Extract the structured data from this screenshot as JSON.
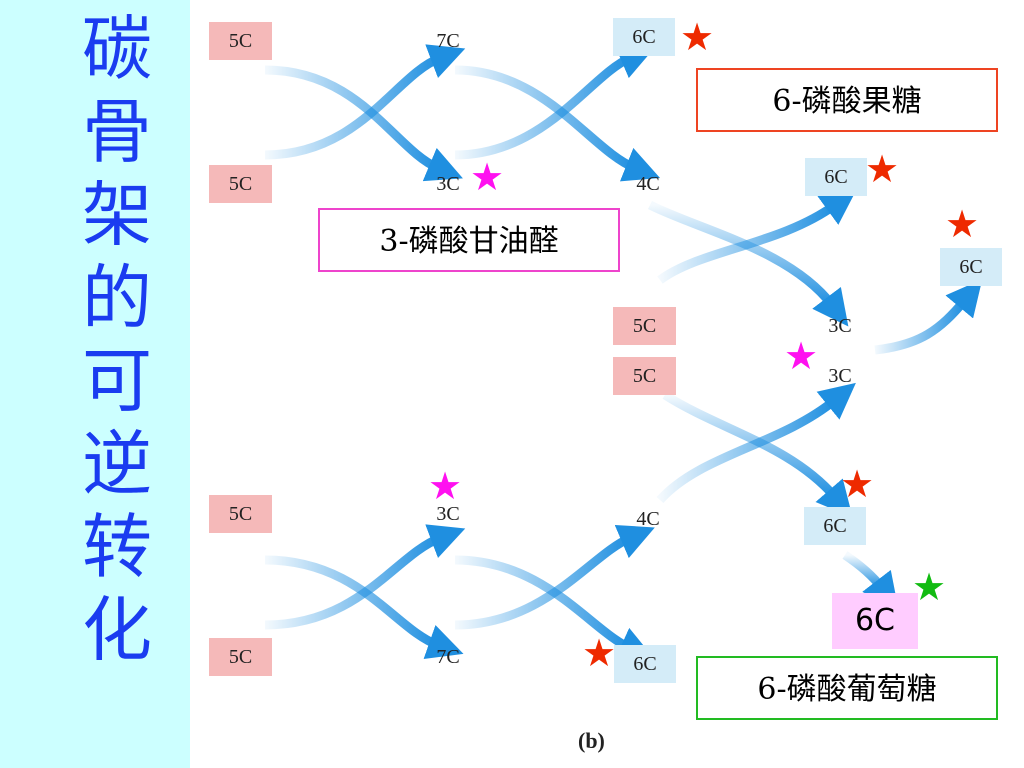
{
  "title_chars": [
    "碳",
    "骨",
    "架",
    "的",
    "可",
    "逆",
    "转",
    "化"
  ],
  "nodes": {
    "n5c_a": "5C",
    "n5c_b": "5C",
    "n7c_top": "7C",
    "n3c_top": "3C",
    "n6c_top": "6C",
    "n4c_top": "4C",
    "n6c_mid": "6C",
    "n6c_right": "6C",
    "n5c_c": "5C",
    "n5c_d": "5C",
    "n3c_m1": "3C",
    "n3c_m2": "3C",
    "n5c_e": "5C",
    "n5c_f": "5C",
    "n3c_bot": "3C",
    "n7c_bot": "7C",
    "n4c_bot": "4C",
    "n6c_bot": "6C",
    "n6c_low": "6C"
  },
  "labels": {
    "fructose": "6-磷酸果糖",
    "glyceraldehyde": "3-磷酸甘油醛",
    "glucose": "6-磷酸葡萄糖",
    "highlight": "6C"
  },
  "caption": "(b)",
  "colors": {
    "title": "#1a3cf0",
    "arrow": "#1f8fe0",
    "star_red": "#ee2a00",
    "star_magenta": "#ff10f0",
    "star_green": "#11bb11",
    "border_fructose": "#ee4422",
    "border_glyceraldehyde": "#ee44cc",
    "border_glucose": "#22bb22"
  }
}
